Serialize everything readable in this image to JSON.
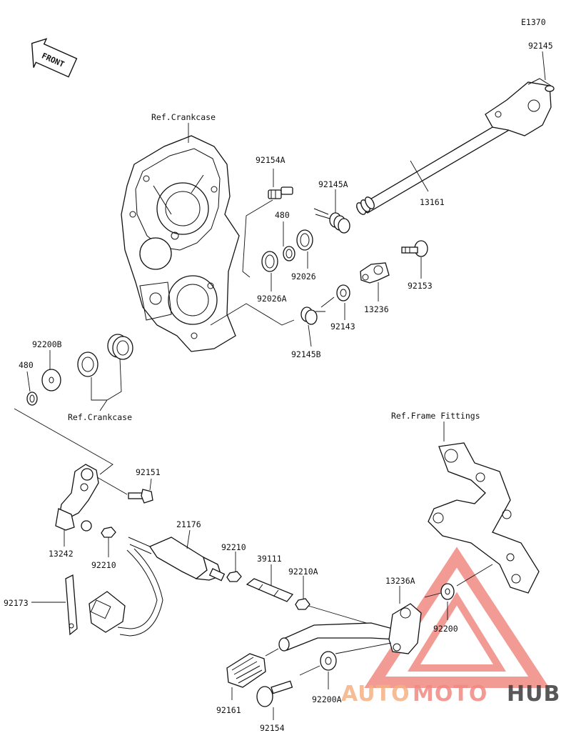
{
  "diagram": {
    "code": "E1370",
    "front_label": "FRONT",
    "ref_labels": {
      "crankcase_top": "Ref.Crankcase",
      "crankcase_bottom": "Ref.Crankcase",
      "frame_fittings": "Ref.Frame Fittings"
    },
    "parts": {
      "p92145": "92145",
      "p13161": "13161",
      "p92154A": "92154A",
      "p92145A": "92145A",
      "p480_top": "480",
      "p92026": "92026",
      "p92026A": "92026A",
      "p92153": "92153",
      "p13236": "13236",
      "p92143": "92143",
      "p92145B": "92145B",
      "p92200B": "92200B",
      "p480_left": "480",
      "p92151": "92151",
      "p13242": "13242",
      "p92210_left": "92210",
      "p21176": "21176",
      "p92210_mid": "92210",
      "p39111": "39111",
      "p92210A": "92210A",
      "p92173": "92173",
      "p13236A": "13236A",
      "p92200": "92200",
      "p92200A": "92200A",
      "p92161": "92161",
      "p92154": "92154"
    }
  },
  "watermark": {
    "part_auto": "AUTO",
    "part_moto": "MOTO",
    "part_hub": "HUB",
    "color_primary": "#f08a83",
    "color_secondary": "#f4b183",
    "color_dark": "#3c3c3c"
  }
}
